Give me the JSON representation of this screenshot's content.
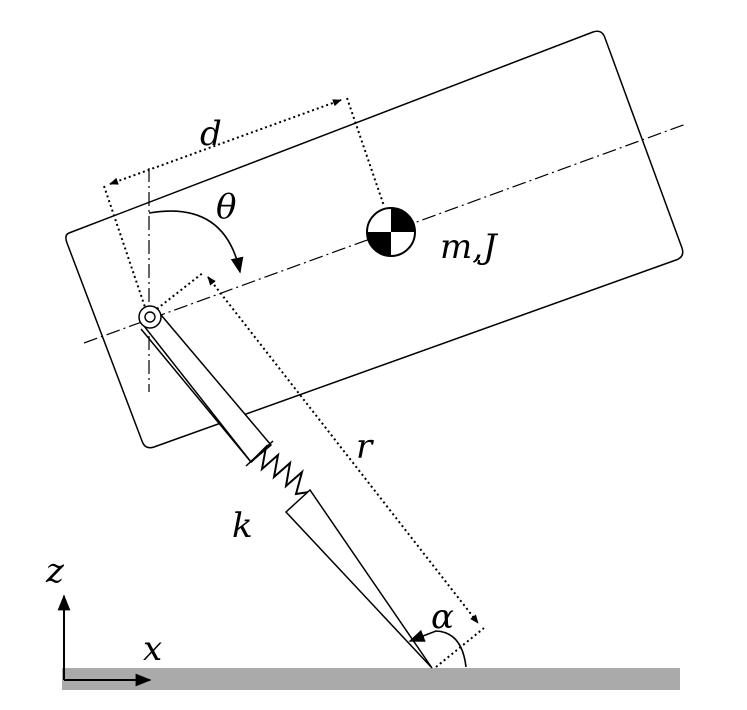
{
  "labels": {
    "d": "d",
    "theta": "θ",
    "mass_inertia": "m,J",
    "r": "r",
    "k": "k",
    "alpha": "α",
    "z": "z",
    "x": "x"
  },
  "colors": {
    "ground": "#aaaaaa",
    "ink": "#000000",
    "background": "#ffffff"
  }
}
